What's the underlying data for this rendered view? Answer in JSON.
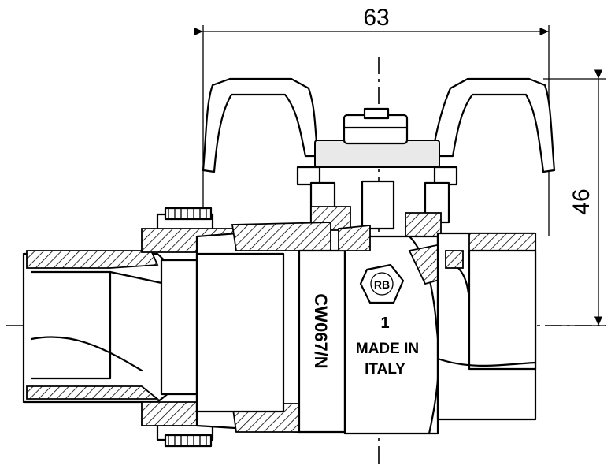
{
  "dimensions": {
    "width_label": "63",
    "height_label": "46"
  },
  "body_markings": {
    "model": "CW067/N",
    "size": "1",
    "origin_line1": "MADE IN",
    "origin_line2": "ITALY"
  },
  "logo": {
    "text": "RB"
  }
}
